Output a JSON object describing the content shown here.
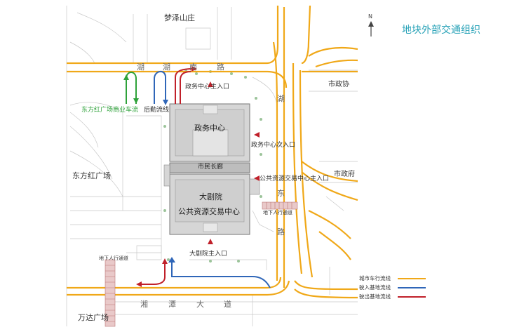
{
  "title": "地块外部交通组织",
  "north_label": "N",
  "colors": {
    "city_traffic": "#f0a818",
    "entry_flow": "#2f66b8",
    "exit_flow": "#c0202a",
    "commercial_flow": "#2ea23a",
    "title": "#2aa3b8"
  },
  "places": {
    "mengze": "梦泽山庄",
    "shizheng": "市政协",
    "shizhengfu": "市政府",
    "dongfanghong": "东方红广场",
    "wanda": "万达广场"
  },
  "roads": {
    "hunan": [
      "湖",
      "湖",
      "南",
      "路"
    ],
    "hudong_upper": [
      "湖"
    ],
    "hudong_lower": [
      "东",
      "路"
    ],
    "xiangtan": [
      "湘",
      "潭",
      "大",
      "道"
    ]
  },
  "buildings": {
    "zhengwu": "政务中心",
    "changlang": "市民长廊",
    "dajuyuan": "大剧院",
    "jiaoyi": "公共资源交易中心"
  },
  "entrances": {
    "zhengwu_main": "政务中心主入口",
    "zhengwu_second": "政务中心次入口",
    "jiaoyi_main": "公共资源交易中心主入口",
    "juyuan_main": "大剧院主入口",
    "commercial_flow": "东方红广场商业车流",
    "logistics": "后勤流线",
    "underpass_left": "地下人行通道",
    "underpass_right": "地下人行通道"
  },
  "legend": [
    {
      "label": "城市车行流线",
      "color": "#f0a818"
    },
    {
      "label": "驶入基地流线",
      "color": "#2f66b8"
    },
    {
      "label": "驶出基地流线",
      "color": "#c0202a"
    }
  ]
}
